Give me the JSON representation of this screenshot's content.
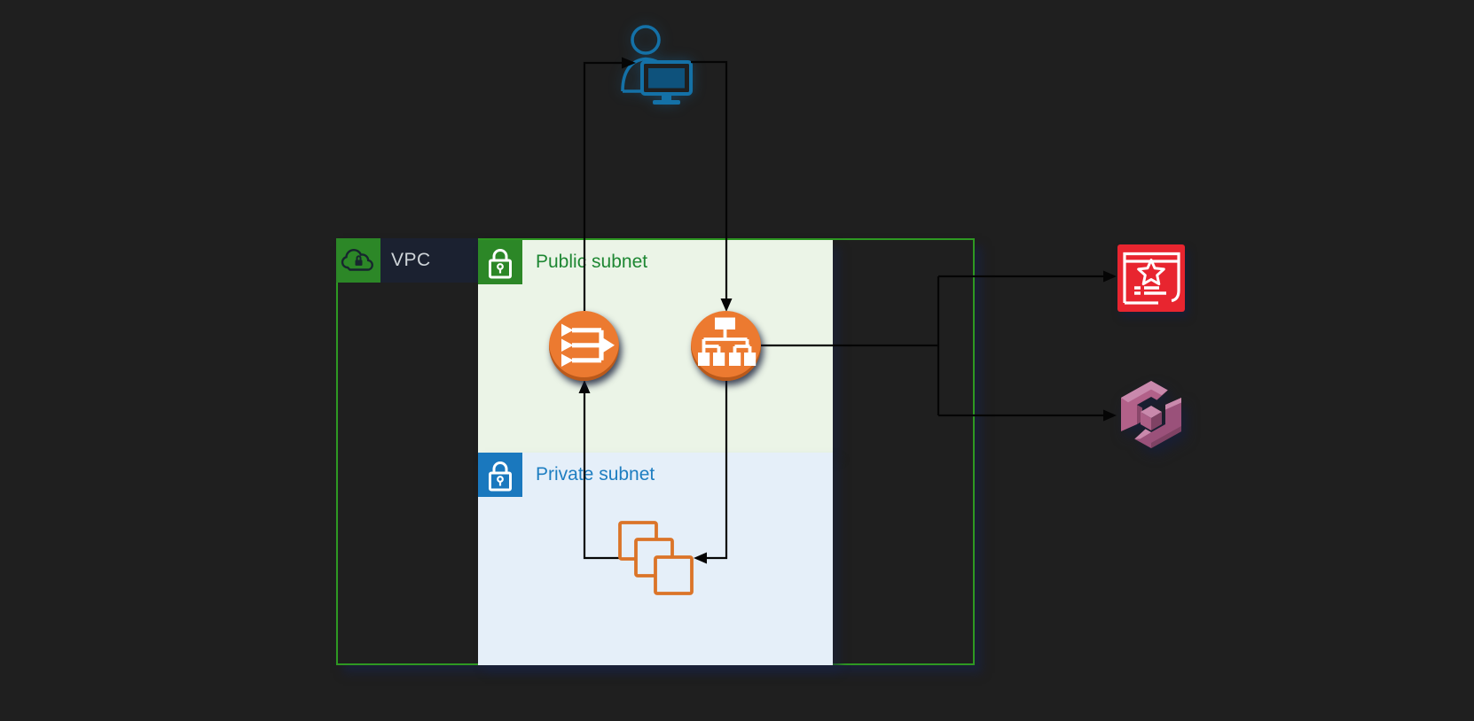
{
  "diagram": {
    "background_color": "#1F1F1F",
    "connector_color": "#000000",
    "vpc": {
      "label": "VPC",
      "label_color": "#CFD5D9",
      "border_color": "#2E9822",
      "icon": "vpc-cloud-lock-icon",
      "icon_bg": "#2C8727"
    },
    "public_subnet": {
      "label": "Public subnet",
      "text_color": "#1E8733",
      "fill": "#EBF4E7",
      "icon": "padlock-icon",
      "icon_bg": "#2C8727"
    },
    "private_subnet": {
      "label": "Private subnet",
      "text_color": "#1E7EC1",
      "fill": "#E5EFF9",
      "icon": "padlock-icon",
      "icon_bg": "#1A78BE"
    },
    "nodes": [
      {
        "id": "user",
        "icon": "user-with-monitor-icon",
        "color": "#1471A7",
        "location": "outside-vpc-top"
      },
      {
        "id": "elastic-load-balancer",
        "icon": "elb-merging-arrows-icon",
        "color": "#EC7A30",
        "location": "public-subnet"
      },
      {
        "id": "application-load-balancer",
        "icon": "alb-node-tree-icon",
        "color": "#EC7A30",
        "location": "public-subnet"
      },
      {
        "id": "ec2-instances",
        "icon": "overlapping-squares-icon",
        "color": "#DB7428",
        "location": "private-subnet"
      },
      {
        "id": "certificate-service",
        "icon": "certificate-star-window-icon",
        "color": "#E8252F",
        "location": "outside-vpc-right"
      },
      {
        "id": "purple-3d-service",
        "icon": "cube-frame-3d-icon",
        "color": "#AC6187",
        "location": "outside-vpc-right"
      }
    ],
    "connections": [
      {
        "from": "elastic-load-balancer",
        "to": "user"
      },
      {
        "from": "user",
        "to": "application-load-balancer"
      },
      {
        "from": "application-load-balancer",
        "to": "ec2-instances"
      },
      {
        "from": "ec2-instances",
        "to": "elastic-load-balancer"
      },
      {
        "from": "application-load-balancer",
        "to": "certificate-service"
      },
      {
        "from": "application-load-balancer",
        "to": "purple-3d-service"
      }
    ]
  }
}
